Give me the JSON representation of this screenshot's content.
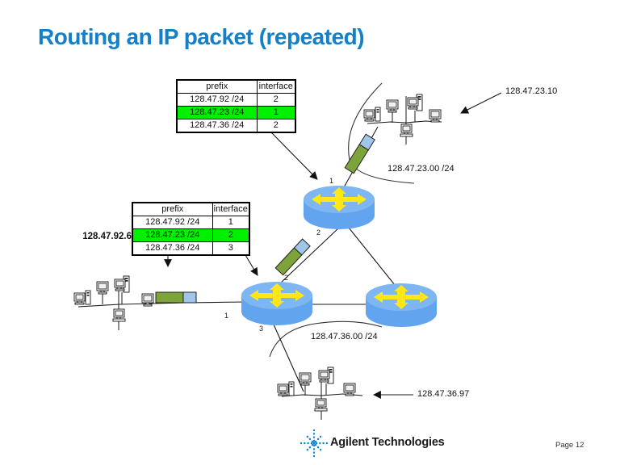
{
  "slide": {
    "title": "Routing an IP packet (repeated)",
    "page_label": "Page 12",
    "logo_text": "Agilent Technologies"
  },
  "routing_tables": {
    "router1": {
      "headers": {
        "prefix": "prefix",
        "interface": "interface"
      },
      "rows": [
        {
          "prefix": "128.47.92 /24",
          "interface": "2",
          "highlighted": false
        },
        {
          "prefix": "128.47.23 /24",
          "interface": "1",
          "highlighted": true
        },
        {
          "prefix": "128.47.36 /24",
          "interface": "2",
          "highlighted": false
        }
      ]
    },
    "router2": {
      "headers": {
        "prefix": "prefix",
        "interface": "interface"
      },
      "rows": [
        {
          "prefix": "128.47.92 /24",
          "interface": "1",
          "highlighted": false
        },
        {
          "prefix": "128.47.23 /24",
          "interface": "2",
          "highlighted": true
        },
        {
          "prefix": "128.47.36 /24",
          "interface": "3",
          "highlighted": false
        }
      ]
    }
  },
  "labels": {
    "host_top": "128.47.23.10",
    "net_top": "128.47.23.00 /24",
    "host_left": "128.47.92.6",
    "net_bottom": "128.47.36.00 /24",
    "host_bottom": "128.47.36.97"
  },
  "interfaces": {
    "router1_if1": "1",
    "router1_if2": "2",
    "router2_if2": "2",
    "router2_if1": "1",
    "router2_if3": "3"
  },
  "icons": {
    "router": "router-cylinder-with-cross-arrows",
    "computer": "desktop-computer",
    "packet": "ip-packet-green-blue",
    "logo": "agilent-spark"
  },
  "colors": {
    "title": "#1580C8",
    "highlight": "#00F000",
    "router_top": "#7EB6F3",
    "router_side": "#63A4EE",
    "arrow_yellow": "#FFE617",
    "packet_green": "#7CA43A",
    "packet_blue": "#9FC5E8",
    "logo_blue": "#0E86D4",
    "line": "#1a1a1a"
  }
}
